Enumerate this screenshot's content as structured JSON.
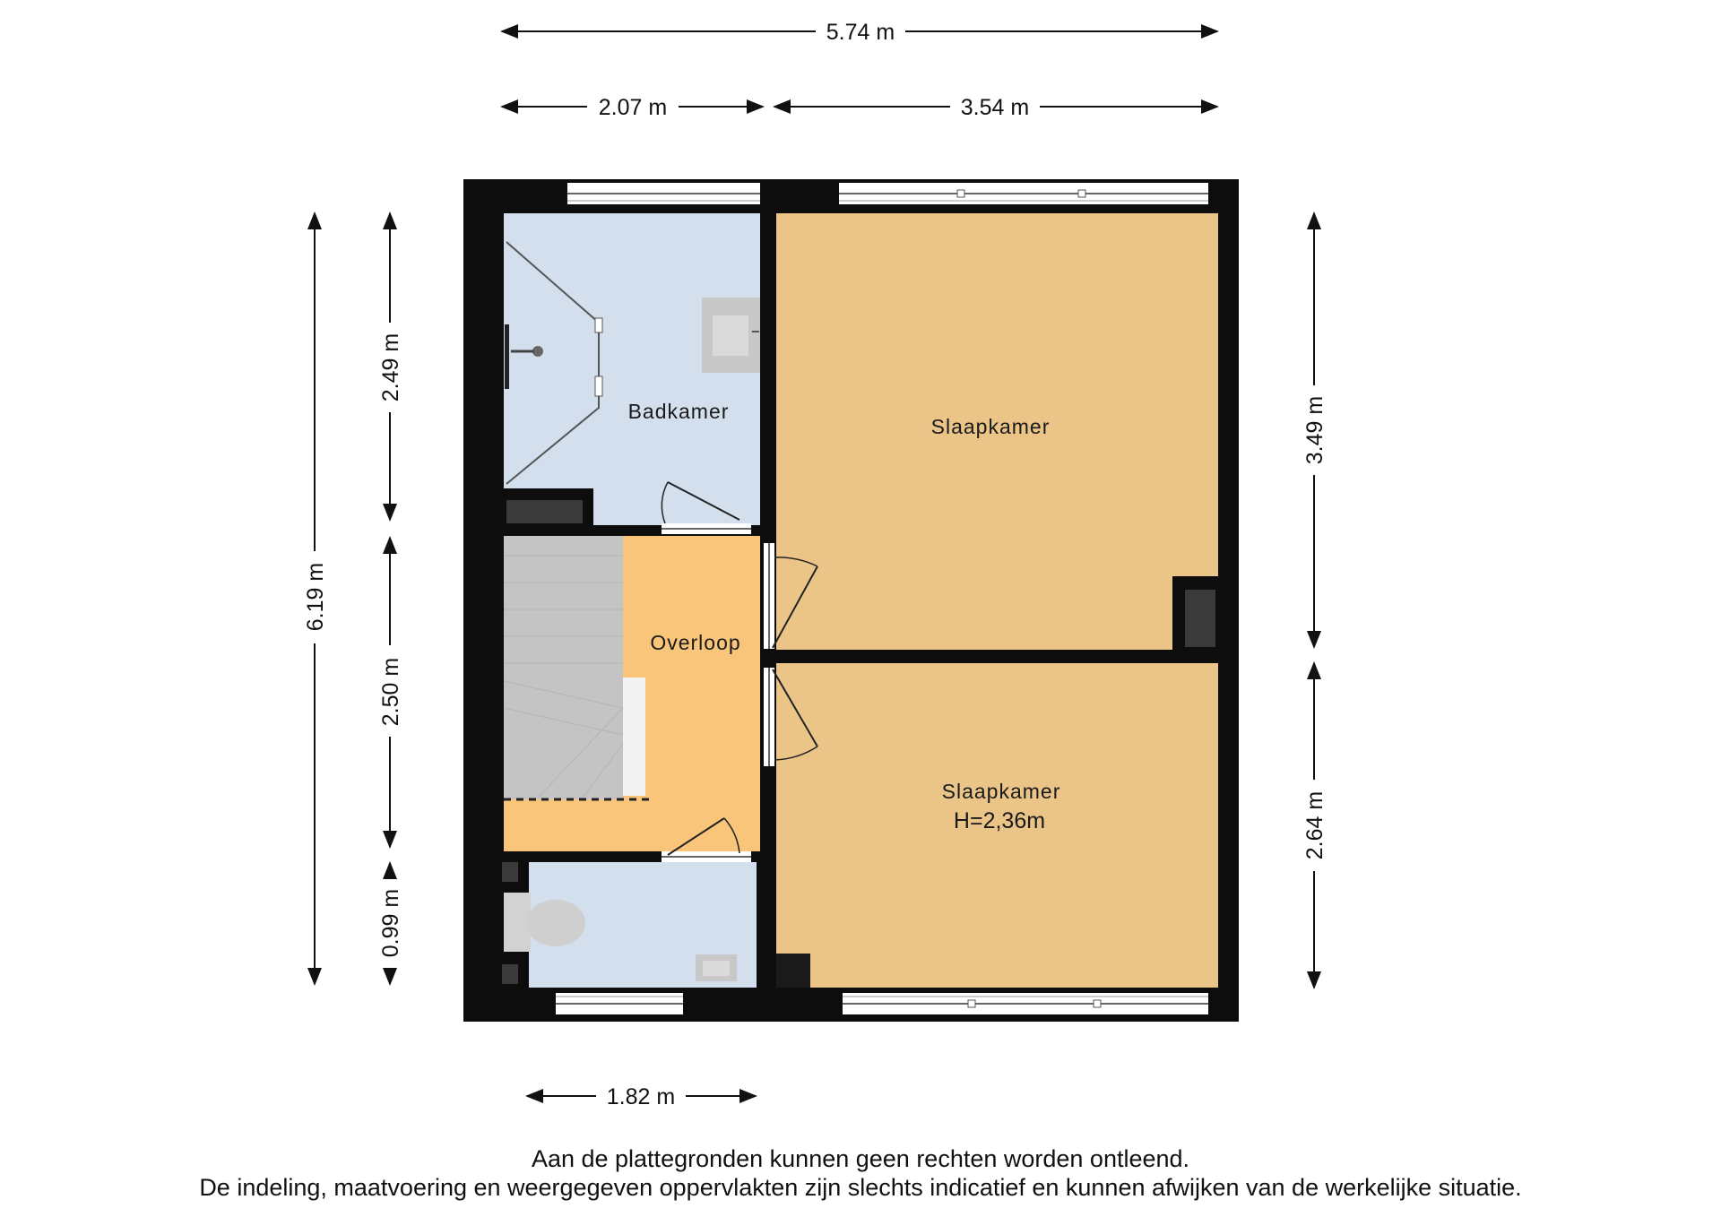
{
  "rooms": {
    "bathroom": "Badkamer",
    "bedroom_top": "Slaapkamer",
    "landing": "Overloop",
    "bedroom_bottom": "Slaapkamer",
    "bedroom_bottom_height": "H=2,36m"
  },
  "dimensions": {
    "total_width": "5.74 m",
    "width_left": "2.07 m",
    "width_right": "3.54 m",
    "bottom_width": "1.82 m",
    "total_height": "6.19 m",
    "height_left_top": "2.49 m",
    "height_left_mid": "2.50 m",
    "height_left_bottom": "0.99 m",
    "height_right_top": "3.49 m",
    "height_right_bottom": "2.64 m"
  },
  "disclaimer": {
    "line1": "Aan de plattegronden kunnen geen rechten worden ontleend.",
    "line2": "De indeling, maatvoering en weergegeven oppervlakten zijn slechts indicatief en kunnen afwijken van de werkelijke situatie."
  },
  "colors": {
    "wall": "#0d0d0d",
    "bedroom": "#ebc488",
    "landing": "#f8c57a",
    "bathroom": "#d3dfec",
    "stairs": "#c4c4c4"
  }
}
